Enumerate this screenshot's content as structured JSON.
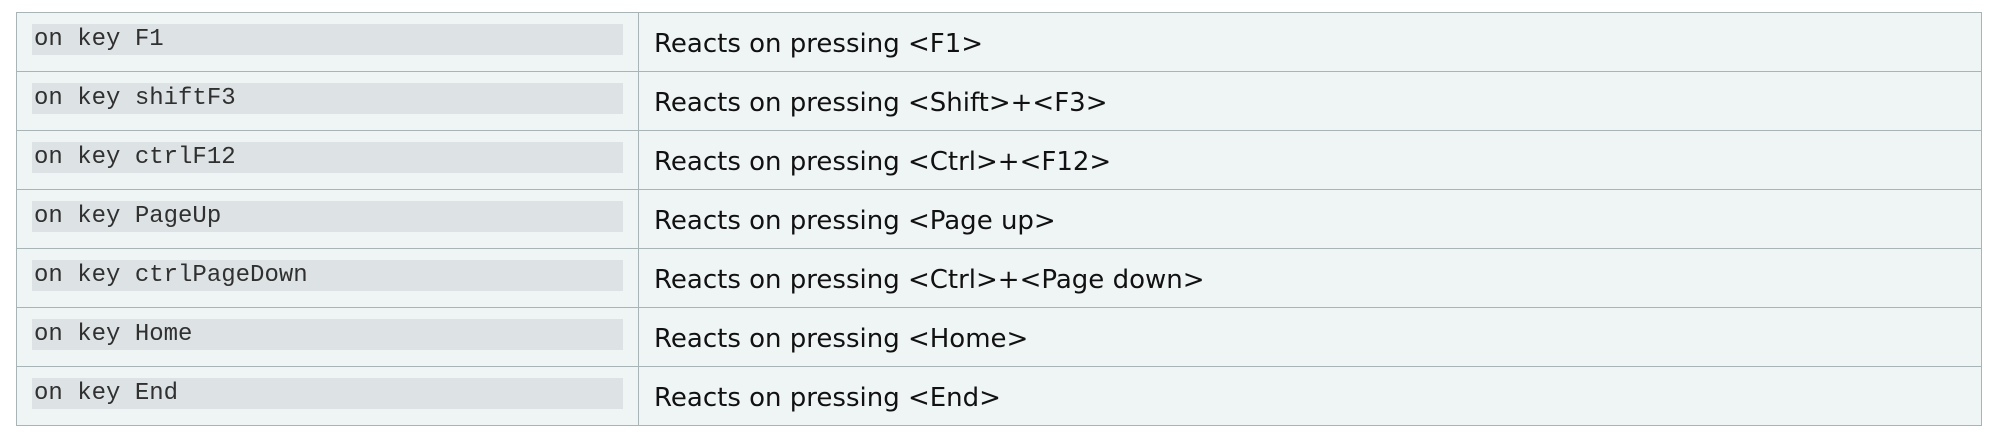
{
  "rows": [
    {
      "code": "on key F1",
      "description": "Reacts on pressing <F1>"
    },
    {
      "code": "on key shiftF3",
      "description": "Reacts on pressing <Shift>+<F3>"
    },
    {
      "code": "on key ctrlF12",
      "description": "Reacts on pressing <Ctrl>+<F12>"
    },
    {
      "code": "on key PageUp",
      "description": "Reacts on pressing <Page up>"
    },
    {
      "code": "on key ctrlPageDown",
      "description": "Reacts on pressing <Ctrl>+<Page down>"
    },
    {
      "code": "on key Home",
      "description": "Reacts on pressing <Home>"
    },
    {
      "code": "on key End",
      "description": "Reacts on pressing <End>"
    }
  ],
  "colors": {
    "cell_background": "#eff4f4",
    "code_background": "#dde2e4",
    "border": "#a9b4b7"
  }
}
